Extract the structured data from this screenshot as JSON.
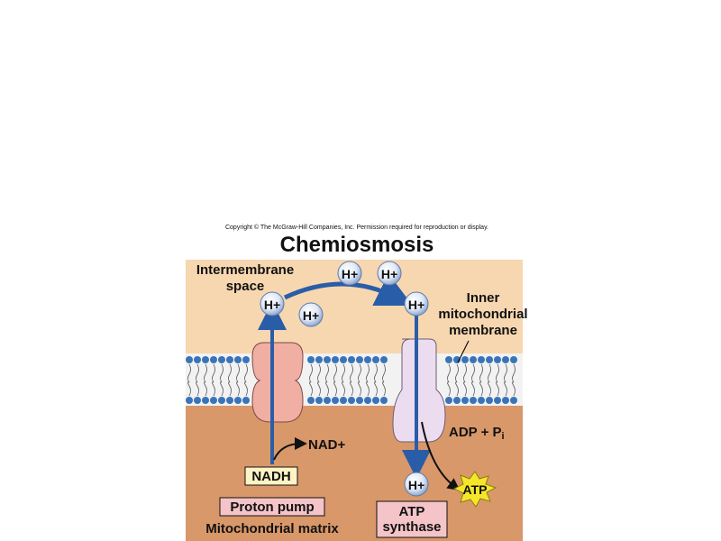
{
  "copyright": "Copyright © The McGraw-Hill Companies, Inc. Permission required for reproduction or display.",
  "title": "Chemiosmosis",
  "labels": {
    "intermembrane_line1": "Intermembrane",
    "intermembrane_line2": "space",
    "inner_line1": "Inner",
    "inner_line2": "mitochondrial",
    "inner_line3": "membrane",
    "nad_plus": "NAD+",
    "nadh": "NADH",
    "adp_pi": "ADP + P",
    "adp_pi_sub": "i",
    "atp": "ATP",
    "proton_pump": "Proton pump",
    "matrix": "Mitochondrial matrix",
    "atp_synthase_line1": "ATP",
    "atp_synthase_line2": "synthase"
  },
  "ion": "H+",
  "colors": {
    "intermembrane": "#f7d7b0",
    "matrix": "#d99869",
    "lipid_head": "#3a74b8",
    "pump": "#f1aea2",
    "synthase": "#ecdcef",
    "arrow": "#2a5da8",
    "atp_star": "#f5e62a",
    "nadh_box": "#fdf3c4",
    "pink_box": "#f4c4c8"
  }
}
